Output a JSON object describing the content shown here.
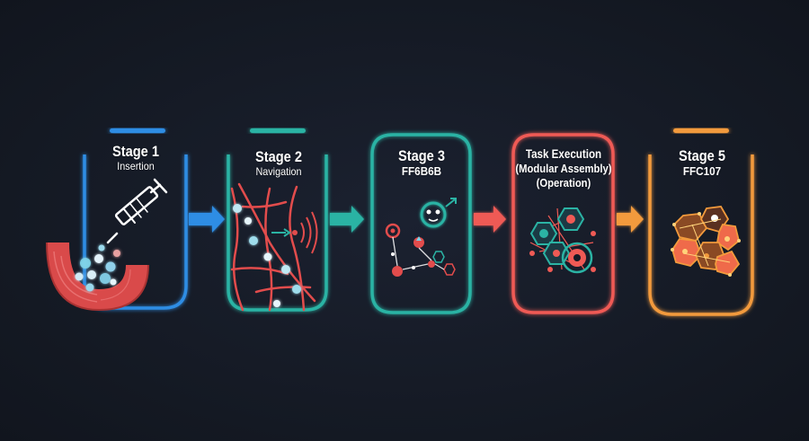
{
  "stages": [
    {
      "title": "Stage 1",
      "subtitle": "Insertion",
      "color": "#2f8de4"
    },
    {
      "title": "Stage 2",
      "subtitle": "Navigation",
      "color": "#2bb3a4"
    },
    {
      "title": "Stage 3",
      "subtitle": "FF6B6B",
      "color": "#2bb3a4"
    },
    {
      "title": "Task Execution",
      "subtitle": "(Modular Assembly)",
      "subtitle2": "(Operation)",
      "color": "#ef5a55"
    },
    {
      "title": "Stage 5",
      "subtitle": "FFC107",
      "color": "#f29a3c"
    }
  ],
  "icons": [
    "syringe-icon",
    "blood-vessel-icon",
    "signal-wave-icon",
    "nanobot-cluster-icon",
    "hexagon-assembly-icon"
  ],
  "arrow_colors": [
    "#2f8de4",
    "#2bb3a4",
    "#ef5a55",
    "#f29a3c"
  ]
}
